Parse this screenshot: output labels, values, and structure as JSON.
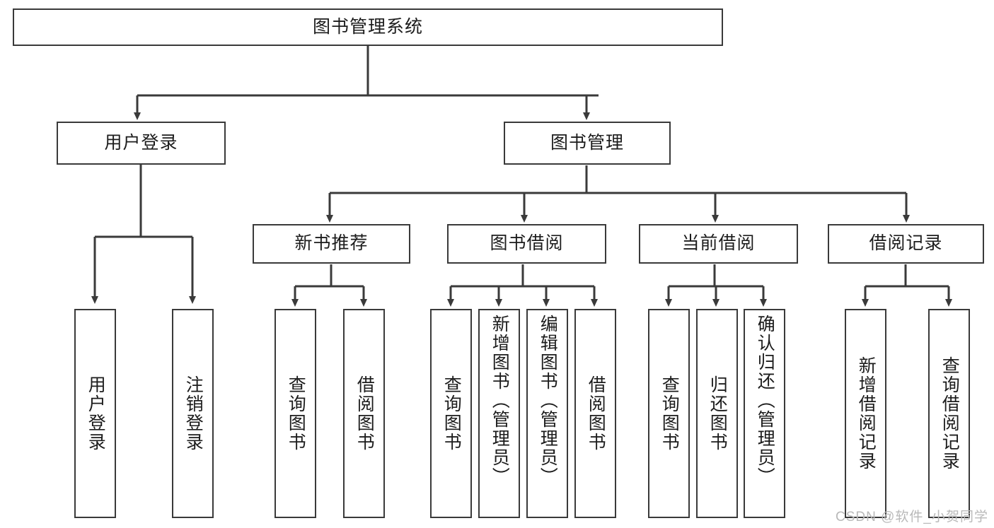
{
  "diagram": {
    "title": "图书管理系统",
    "watermark": "CSDN @软件_小贺同学",
    "root": {
      "label": "图书管理系统"
    },
    "level2": [
      {
        "label": "用户登录"
      },
      {
        "label": "图书管理"
      }
    ],
    "level3": [
      {
        "label": "新书推荐"
      },
      {
        "label": "图书借阅"
      },
      {
        "label": "当前借阅"
      },
      {
        "label": "借阅记录"
      }
    ],
    "leaves": {
      "user_login": [
        {
          "label": "用户登录"
        },
        {
          "label": "注销登录"
        }
      ],
      "new_book_recommend": [
        {
          "label": "查询图书"
        },
        {
          "label": "借阅图书"
        }
      ],
      "book_borrow": [
        {
          "label": "查询图书"
        },
        {
          "label": "新增图书（管理员）"
        },
        {
          "label": "编辑图书（管理员）"
        },
        {
          "label": "借阅图书"
        }
      ],
      "current_borrow": [
        {
          "label": "查询图书"
        },
        {
          "label": "归还图书"
        },
        {
          "label": "确认归还（管理员）"
        }
      ],
      "borrow_record": [
        {
          "label": "新增借阅记录"
        },
        {
          "label": "查询借阅记录"
        }
      ]
    },
    "colors": {
      "border": "#3a3a3a",
      "text": "#1c1c1c",
      "background": "#ffffff",
      "edge": "#3a3a3a",
      "watermark": "#b9b9b9"
    }
  }
}
